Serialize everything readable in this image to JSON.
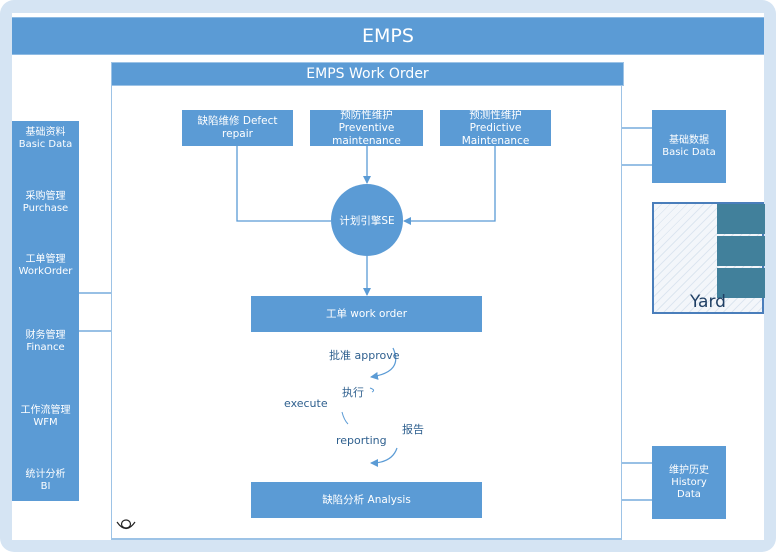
{
  "app": {
    "title": "EMPS"
  },
  "workorder_panel": {
    "title": "EMPS Work Order",
    "sources": [
      {
        "label": "缺陷维修 Defect repair"
      },
      {
        "label": "预防性维护 Preventive maintenance"
      },
      {
        "label": "预测性维护 Predictive Maintenance"
      }
    ],
    "engine": {
      "label": "计划引擎SE"
    },
    "work_order": {
      "label": "工单 work order"
    },
    "cycle": {
      "approve": "批准 approve",
      "execute_cn": "执行",
      "execute_en": "execute",
      "report_cn": "报告",
      "report_en": "reporting"
    },
    "analysis": {
      "label": "缺陷分析 Analysis"
    },
    "corner_icon": "eye-icon"
  },
  "sidebar": {
    "items": [
      {
        "cn": "基础资料",
        "en": "Basic Data"
      },
      {
        "cn": "采购管理",
        "en": "Purchase"
      },
      {
        "cn": "工单管理",
        "en": "WorkOrder"
      },
      {
        "cn": "财务管理",
        "en": "Finance"
      },
      {
        "cn": "工作流管理",
        "en": "WFM"
      },
      {
        "cn": "统计分析",
        "en": "BI"
      }
    ]
  },
  "right_panel": {
    "basic_data": {
      "cn": "基础数据",
      "en": "Basic Data"
    },
    "yard": {
      "label": "Yard",
      "slots": 3
    },
    "history": {
      "cn": "维护历史",
      "en1": "History",
      "en2": "Data"
    }
  },
  "colors": {
    "primary": "#5b9bd5",
    "frame": "#d5e4f3",
    "yard_slot": "#41809b",
    "text_dark": "#2e5f8e"
  }
}
